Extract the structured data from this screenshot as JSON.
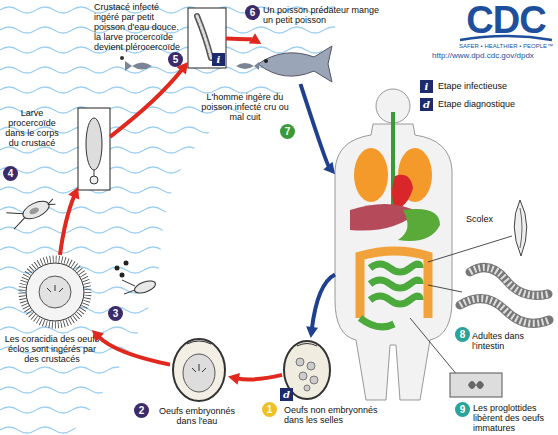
{
  "diagram": {
    "nodes": [
      {
        "text": [
          "1",
          "Oeufs non embryonnés dans les selles"
        ]
      },
      {
        "text": [
          "2",
          "Oeufs embryonnés dans l'eau"
        ]
      },
      {
        "text": [
          "3",
          "Les coracidia des oeufs éclos sont ingérés par des crustacés"
        ]
      },
      {
        "text": [
          "4",
          "Larve procercoïde dans le corps du crustacé"
        ]
      },
      {
        "text": [
          "5",
          "Crustacé infecté ingéré par petit poisson d'eau douce. la larve procercoïde devient plérocercoïde"
        ]
      },
      {
        "text": [
          "6",
          "Un poisson prédateur mange un petit poisson"
        ]
      },
      {
        "text": [
          "7",
          "L'homme ingère du poisson infecté cru ou mal cuit"
        ]
      },
      {
        "text": [
          "8",
          "Adultes dans l'intestin"
        ]
      },
      {
        "text": [
          "9",
          "Les proglottides libèrent des oeufs immatures"
        ]
      }
    ],
    "edges": [
      {
        "from": 0,
        "to": 1,
        "arrow": "to"
      },
      {
        "from": 1,
        "to": 2,
        "arrow": "to"
      },
      {
        "from": 2,
        "to": 3,
        "arrow": "to"
      },
      {
        "from": 3,
        "to": 4,
        "arrow": "to"
      },
      {
        "from": 4,
        "to": 5,
        "arrow": "to"
      },
      {
        "from": 5,
        "to": 6,
        "arrow": "to"
      },
      {
        "from": 6,
        "to": 0,
        "arrow": "to"
      }
    ],
    "labels": [
      "CDC",
      "SAFER • HEALTHIER • PEOPLE™",
      "http://www.dpd.cdc.gov/dpdx",
      "i",
      "d",
      "i",
      "d",
      "Scolex"
    ],
    "legend": [
      {
        "text": "Etape infectieuse"
      },
      {
        "text": "Etape diagnostique"
      }
    ]
  }
}
